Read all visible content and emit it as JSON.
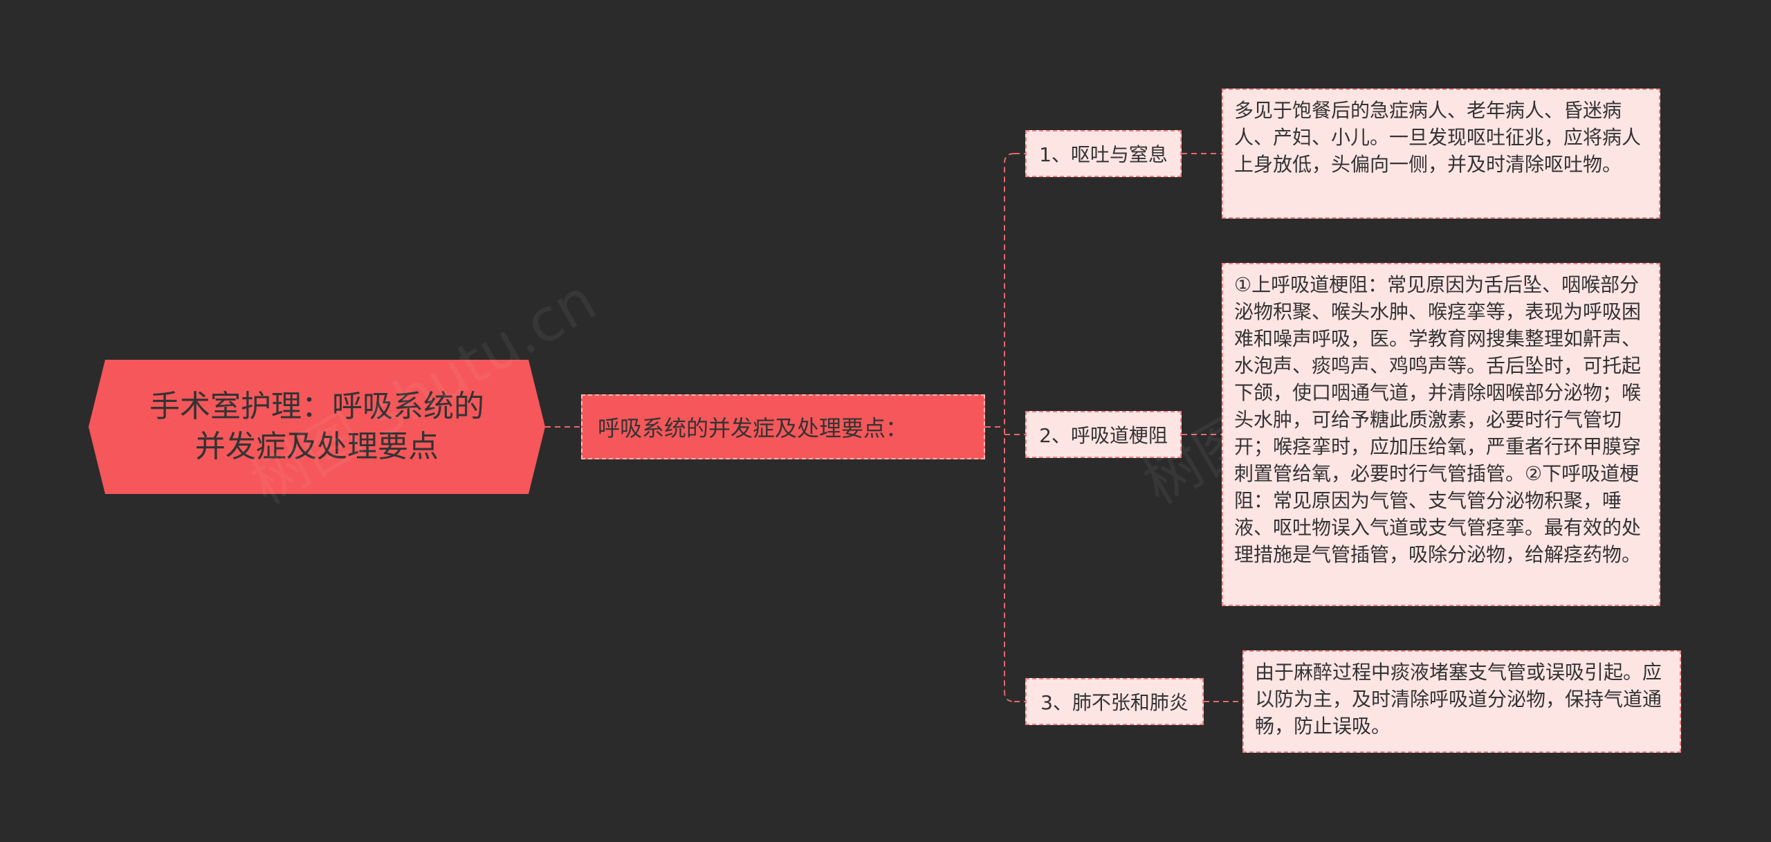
{
  "root": {
    "line1": "手术室护理：呼吸系统的",
    "line2": "并发症及处理要点"
  },
  "subtopic": {
    "label": "呼吸系统的并发症及处理要点："
  },
  "branches": [
    {
      "label": "1、呕吐与窒息",
      "detail": "多见于饱餐后的急症病人、老年病人、昏迷病人、产妇、小儿。一旦发现呕吐征兆，应将病人上身放低，头偏向一侧，并及时清除呕吐物。"
    },
    {
      "label": "2、呼吸道梗阻",
      "detail": "①上呼吸道梗阻：常见原因为舌后坠、咽喉部分泌物积聚、喉头水肿、喉痉挛等，表现为呼吸困难和噪声呼吸，医。学教育网搜集整理如鼾声、水泡声、痰鸣声、鸡鸣声等。舌后坠时，可托起下颌，使口咽通气道，并清除咽喉部分泌物；喉头水肿，可给予糖此质激素，必要时行气管切开；喉痉挛时，应加压给氧，严重者行环甲膜穿刺置管给氧，必要时行气管插管。②下呼吸道梗阻：常见原因为气管、支气管分泌物积聚，唾液、呕吐物误入气道或支气管痉挛。最有效的处理措施是气管插管，吸除分泌物，给解痉药物。"
    },
    {
      "label": "3、肺不张和肺炎",
      "detail": "由于麻醉过程中痰液堵塞支气管或误吸引起。应以防为主，及时清除呼吸道分泌物，保持气道通畅，防止误吸。"
    }
  ],
  "watermarks": [
    "树图 shutu.cn",
    "树图 shutu.cn"
  ],
  "colors": {
    "background": "#2b2b2b",
    "root_fill": "#f5575a",
    "leaf_fill": "#fde5e4",
    "connector": "#e8686a"
  }
}
